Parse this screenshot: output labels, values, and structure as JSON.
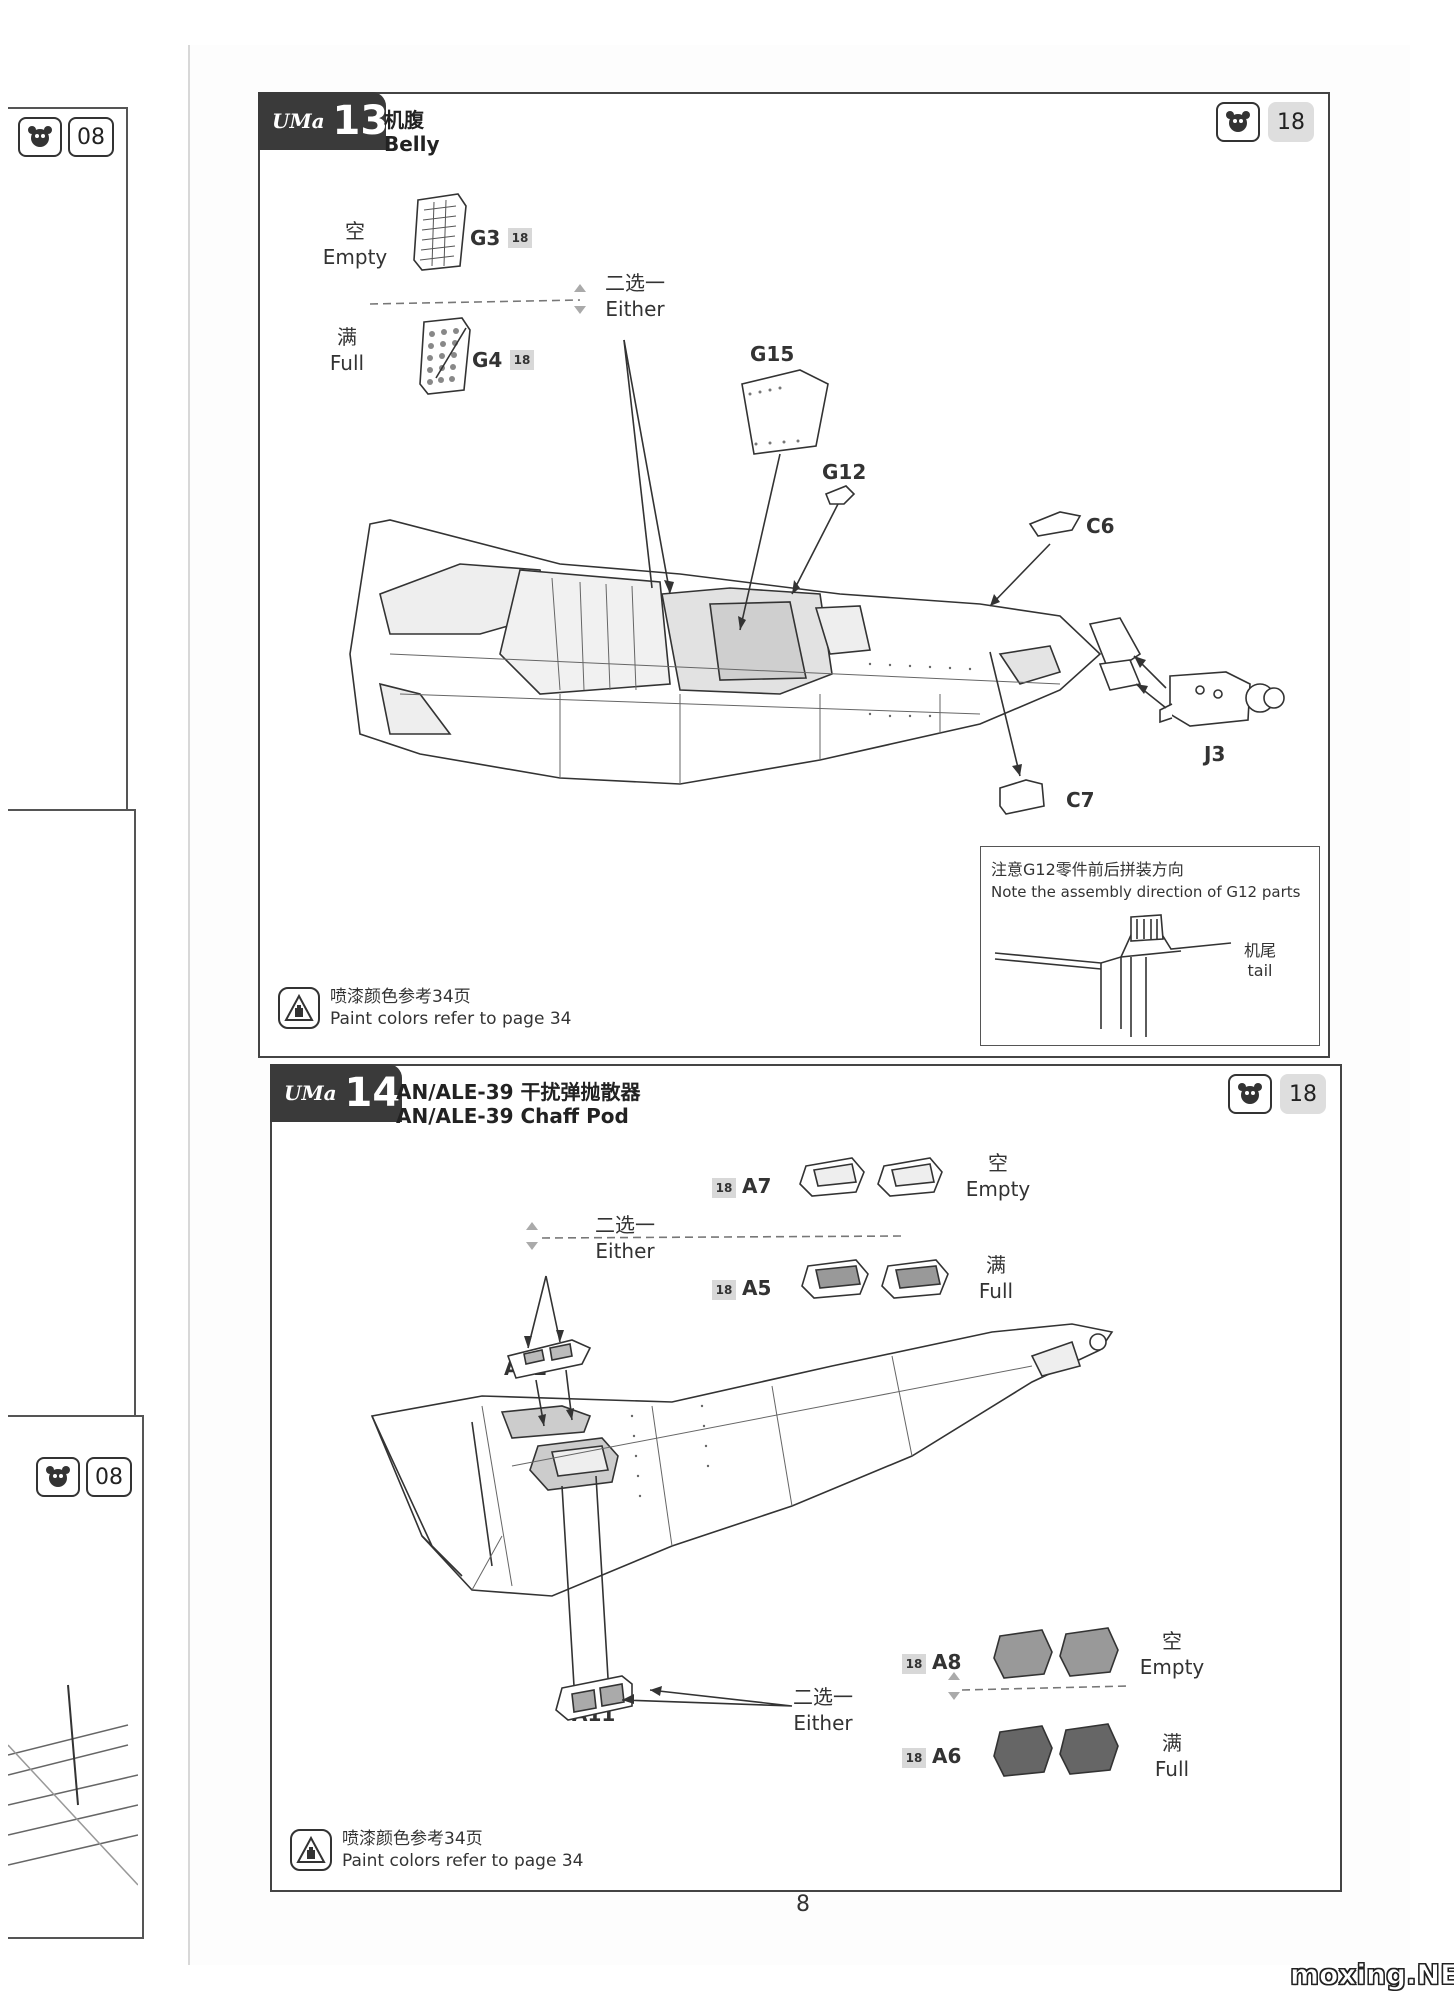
{
  "prev_page": {
    "badge_number_top": "08",
    "badge_number_bottom": "08"
  },
  "step13": {
    "brand": "UMa",
    "number": "13",
    "title_cn": "机腹",
    "title_en": "Belly",
    "sprue_badge": "18",
    "option_empty_cn": "空",
    "option_empty_en": "Empty",
    "option_full_cn": "满",
    "option_full_en": "Full",
    "either_cn": "二选一",
    "either_en": "Either",
    "parts": {
      "g3": "G3",
      "g4": "G4",
      "g15": "G15",
      "g12": "G12",
      "c6": "C6",
      "c7": "C7",
      "j3": "J3"
    },
    "sprue_tag": "18",
    "note_cn": "注意G12零件前后拼装方向",
    "note_en": "Note the assembly direction of G12 parts",
    "tail_cn": "机尾",
    "tail_en": "tail",
    "paint_cn": "喷漆颜色参考34页",
    "paint_en": "Paint colors refer to page 34"
  },
  "step14": {
    "brand": "UMa",
    "number": "14",
    "title_cn": "AN/ALE-39 干扰弹抛散器",
    "title_en": "AN/ALE-39 Chaff Pod",
    "sprue_badge": "18",
    "option_empty_cn": "空",
    "option_empty_en": "Empty",
    "option_full_cn": "满",
    "option_full_en": "Full",
    "either_cn": "二选一",
    "either_en": "Either",
    "parts": {
      "a7": "A7",
      "a5": "A5",
      "a12": "A12",
      "a8": "A8",
      "a6": "A6",
      "a11": "A11"
    },
    "sprue_tag": "18",
    "paint_cn": "喷漆颜色参考34页",
    "paint_en": "Paint colors refer to page 34"
  },
  "page_number": "8",
  "watermark": "moxing.NET"
}
